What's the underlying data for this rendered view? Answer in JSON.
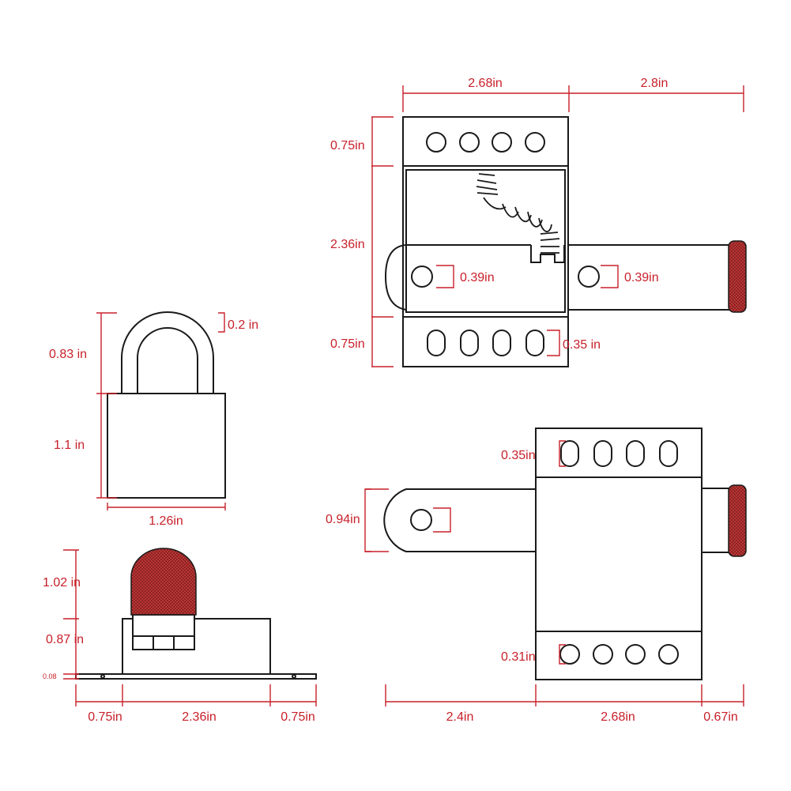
{
  "colors": {
    "dimension": "#c8202a",
    "outline": "#1a1a1a",
    "knurl": "#c23a3a",
    "background": "#ffffff"
  },
  "top_view": {
    "width_body": "2.68in",
    "width_bolt": "2.8in",
    "height_top_plate": "0.75in",
    "height_middle": "2.36in",
    "height_bottom_plate": "0.75in",
    "hole_left": "0.39in",
    "hole_right": "0.39in",
    "slot": "0.35 in"
  },
  "padlock": {
    "shackle_height": "0.83 in",
    "shackle_thickness": "0.2 in",
    "body_height": "1.1 in",
    "body_width": "1.26in"
  },
  "side_view": {
    "knob_height": "1.02 in",
    "body_height": "0.87 in",
    "plate_thickness": "0.08",
    "left_flange": "0.75in",
    "body_width": "2.36in",
    "right_flange": "0.75in"
  },
  "front_view": {
    "top_slot": "0.35in",
    "bolt_height": "0.94in",
    "bottom_hole": "0.31in",
    "bolt_length": "2.4in",
    "body_width": "2.68in",
    "knob_length": "0.67in"
  }
}
